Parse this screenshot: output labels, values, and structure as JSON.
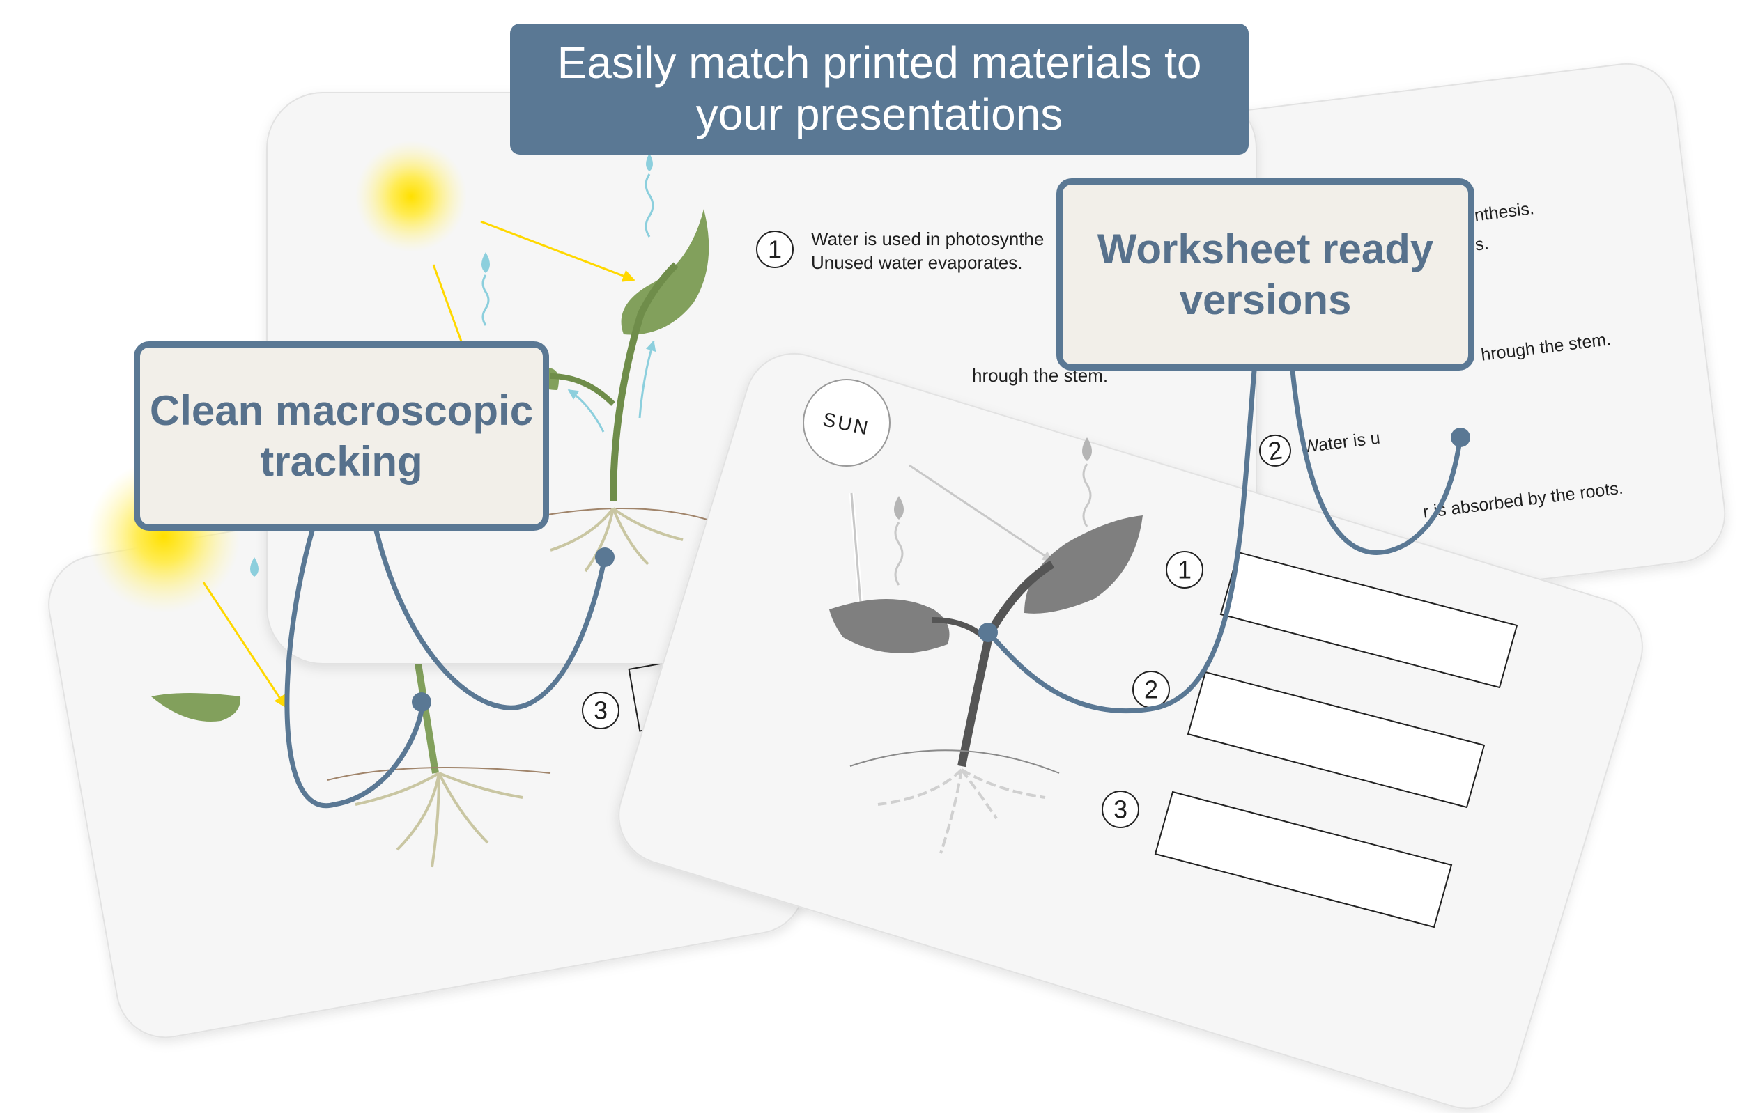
{
  "banner_top": {
    "line1": "Easily match printed materials to",
    "line2": "your presentations"
  },
  "banner_left": {
    "line1": "Clean macroscopic",
    "line2": "tracking"
  },
  "banner_right": {
    "line1": "Worksheet ready",
    "line2": "versions"
  },
  "back_card": {
    "step1_number": "1",
    "step1_line1": "Water is used in photosynthe",
    "step1_line2": "Unused water evaporates.",
    "step2_fragment": "hrough the stem."
  },
  "right_card": {
    "fragment1": "synthesis.",
    "fragment2": "tes.",
    "step2_number": "2",
    "fragment3": "Water is u",
    "fragment4": "hrough the stem.",
    "fragment5": "r is absorbed by the roots."
  },
  "left_card": {
    "step3_number": "3"
  },
  "front_card": {
    "sun_label": "SUN",
    "box_numbers": [
      "1",
      "2",
      "3"
    ]
  },
  "colors": {
    "accent": "#5a7894",
    "label_bg": "#f2efe9",
    "leaf_green": "#82a05c",
    "water_blue": "#8ccfdd",
    "sun_yellow": "#ffe000",
    "gray_leaf": "#7f7f7f"
  }
}
